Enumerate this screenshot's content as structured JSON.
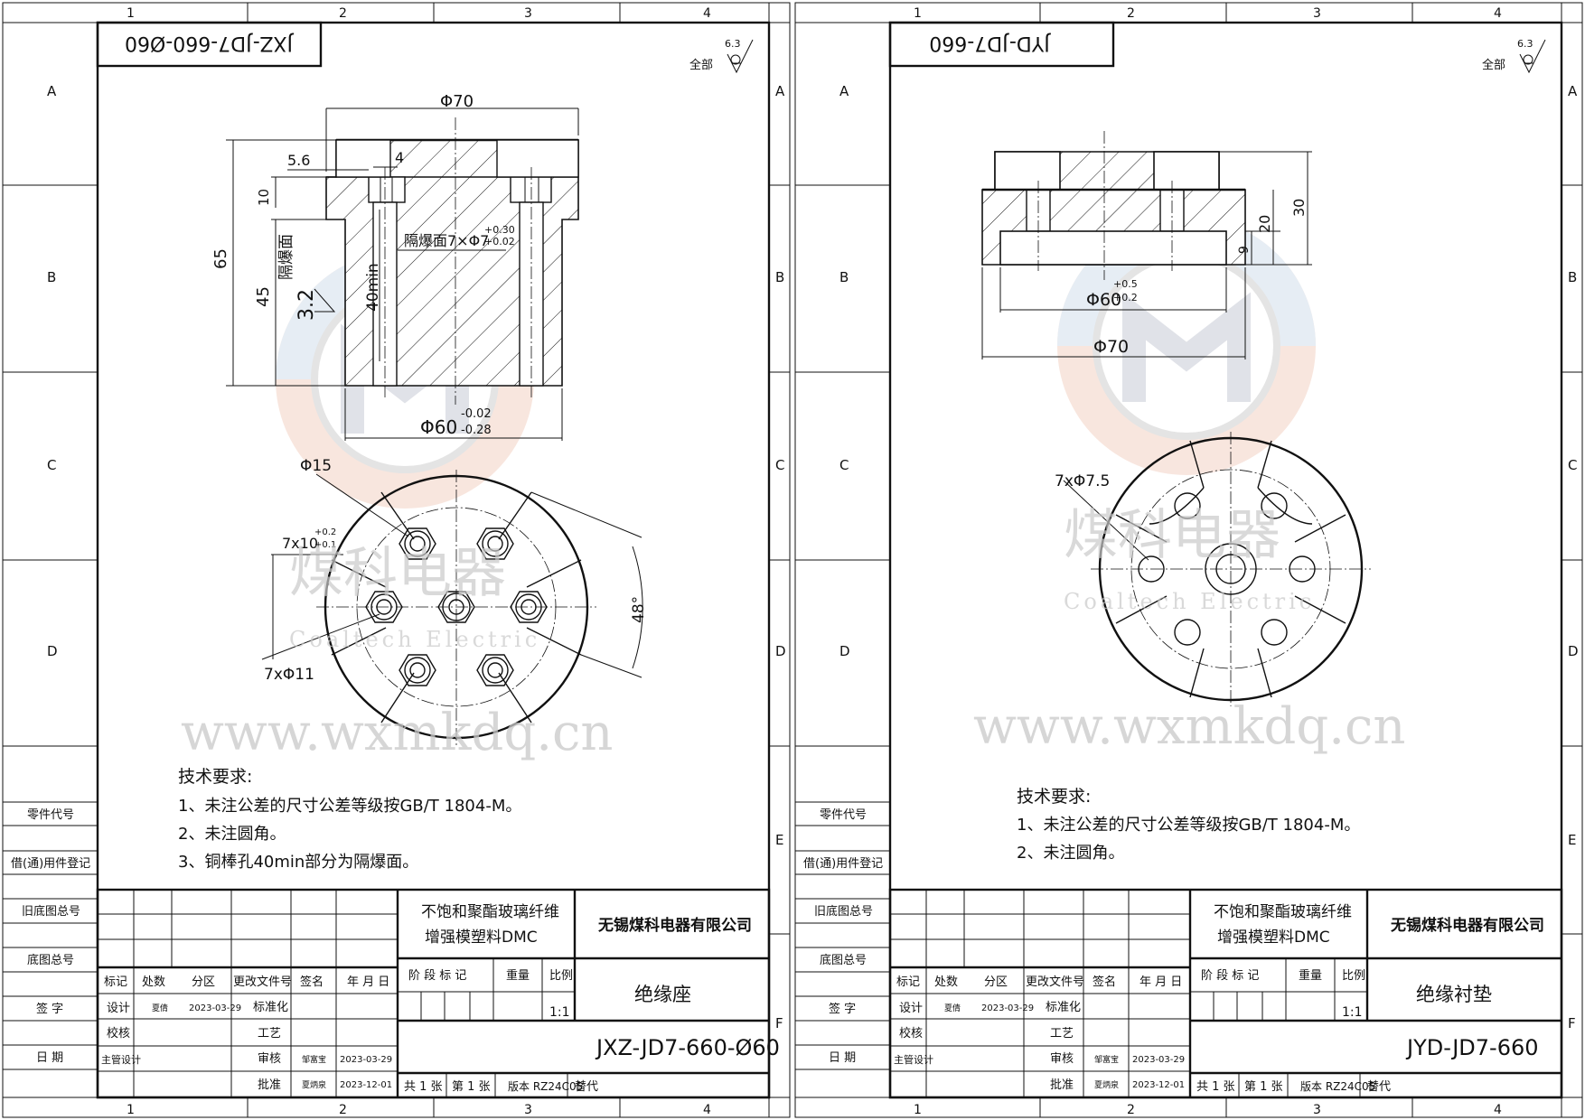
{
  "colors": {
    "line": "#111111",
    "watermark": "#c9c9c9",
    "logo_red": "#f1c9b6",
    "logo_blue": "#cfdcea"
  },
  "zones": {
    "cols": [
      "1",
      "2",
      "3",
      "4"
    ],
    "rows": [
      "A",
      "B",
      "C",
      "D",
      "E",
      "F"
    ]
  },
  "watermark": {
    "url": "www.wxmkdq.cn",
    "cn": "煤科电器",
    "en": "Coaltech Electric"
  },
  "side_labels": [
    "零件代号",
    "借(通)用件登记",
    "旧底图总号",
    "底图总号",
    "签 字",
    "日 期"
  ],
  "sheet_left": {
    "code_box": "JXZ-JD7-660-Ø60",
    "roughness_label": "全部",
    "roughness_value": "6.3",
    "dims": {
      "d70": "Φ70",
      "d56": "5.6",
      "d4": "4",
      "d10": "10",
      "d65": "65",
      "d45": "45",
      "gb_face": "隔爆面",
      "r32": "3.2",
      "min40": "40min",
      "holes7": "隔爆面7×Φ7",
      "tol_up": "+0.30",
      "tol_dn": "+0.02",
      "d60": "Φ60",
      "d60_up": "-0.02",
      "d60_dn": "-0.28",
      "d15": "Φ15",
      "h7x10": "7x10",
      "h7x10_up": "+0.2",
      "h7x10_dn": "+0.1",
      "h7x11": "7xΦ11",
      "ang48": "48°"
    },
    "notes_title": "技术要求:",
    "notes": [
      "1、未注公差的尺寸公差等级按GB/T 1804-M。",
      "2、未注圆角。",
      "3、铜棒孔40min部分为隔爆面。"
    ],
    "title_block": {
      "material_1": "不饱和聚酯玻璃纤维",
      "material_2": "增强模塑料DMC",
      "company": "无锡煤科电器有限公司",
      "part_name": "绝缘座",
      "drawing_no": "JXZ-JD7-660-Ø60",
      "hdr": [
        "标记",
        "处数",
        "分区",
        "更改文件号",
        "签名",
        "年 月 日"
      ],
      "design": "设计",
      "design_sign": "夏倩",
      "design_date": "2023-03-29",
      "standard": "标准化",
      "check": "校核",
      "process": "工艺",
      "chief": "主管设计",
      "review": "审核",
      "review_sign": "邹富宝",
      "review_date": "2023-03-29",
      "approve": "批准",
      "approve_sign": "夏炳泉",
      "approve_date": "2023-12-01",
      "stage": "阶 段 标 记",
      "weight": "重量",
      "scale_label": "比例",
      "scale": "1:1",
      "sheets": "共 1 张",
      "sheet_no": "第 1 张",
      "version": "版本 RZ24C05",
      "replace": "替代"
    }
  },
  "sheet_right": {
    "code_box": "JYD-JD7-660",
    "roughness_label": "全部",
    "roughness_value": "6.3",
    "dims": {
      "d30": "30",
      "d20": "20",
      "d9": "9",
      "d60": "Φ60",
      "d60_up": "+0.5",
      "d60_dn": "+0.2",
      "d70": "Φ70",
      "holes": "7xΦ7.5"
    },
    "notes_title": "技术要求:",
    "notes": [
      "1、未注公差的尺寸公差等级按GB/T 1804-M。",
      "2、未注圆角。"
    ],
    "title_block": {
      "material_1": "不饱和聚酯玻璃纤维",
      "material_2": "增强模塑料DMC",
      "company": "无锡煤科电器有限公司",
      "part_name": "绝缘衬垫",
      "drawing_no": "JYD-JD7-660",
      "hdr": [
        "标记",
        "处数",
        "分区",
        "更改文件号",
        "签名",
        "年 月 日"
      ],
      "design": "设计",
      "design_sign": "夏倩",
      "design_date": "2023-03-29",
      "standard": "标准化",
      "check": "校核",
      "process": "工艺",
      "chief": "主管设计",
      "review": "审核",
      "review_sign": "邹富宝",
      "review_date": "2023-03-29",
      "approve": "批准",
      "approve_sign": "夏炳泉",
      "approve_date": "2023-12-01",
      "stage": "阶 段 标 记",
      "weight": "重量",
      "scale_label": "比例",
      "scale": "1:1",
      "sheets": "共 1 张",
      "sheet_no": "第 1 张",
      "version": "版本 RZ24C05",
      "replace": "替代"
    }
  }
}
